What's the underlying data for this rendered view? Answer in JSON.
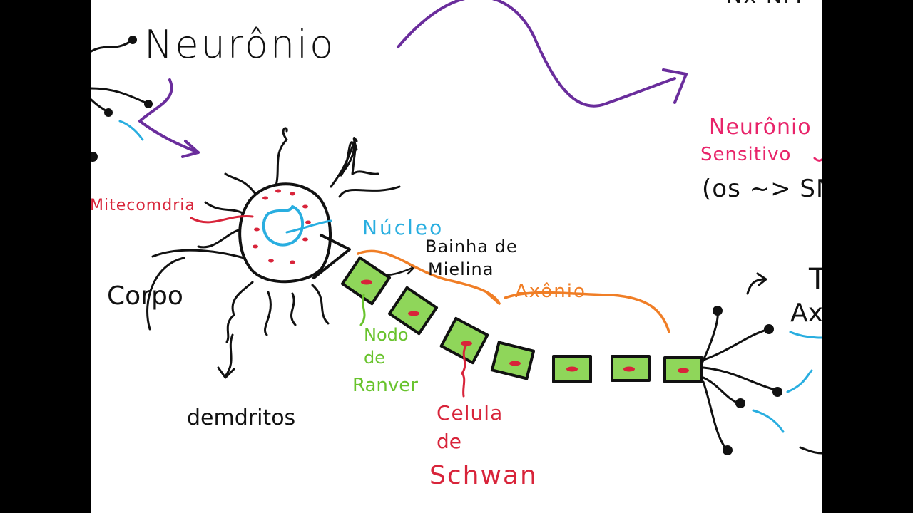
{
  "title": "Neurônio",
  "labels": {
    "mitocondria": "Mitecomdria",
    "corpo": "Corpo",
    "dendritos": "demdritos",
    "nucleo": "Núcleo",
    "bainha_line1": "Bainha de",
    "bainha_line2": "Mielina",
    "axonio": "Axônio",
    "nodo_line1": "Nodo",
    "nodo_line2": "de",
    "nodo_line3": "Ranver",
    "celula_line1": "Celula",
    "celula_line2": "de",
    "celula_line3": "Schwan",
    "neuronio_sensitivo_line1": "Neurônio",
    "neuronio_sensitivo_line2": "Sensitivo",
    "snc_line": "(os ~> SNC",
    "terminacao_line1": "Ter",
    "terminacao_line2": "Ax",
    "top_fragment": "Nx NM"
  },
  "colors": {
    "ink": "#111111",
    "mitocondria": "#d8243a",
    "nucleo": "#29aee0",
    "axonio": "#f07e26",
    "nodo": "#68c32c",
    "schwann_fill": "#8fd65a",
    "celula": "#d8243a",
    "sensitivo": "#e8246a",
    "arrow": "#6a2d9c"
  }
}
